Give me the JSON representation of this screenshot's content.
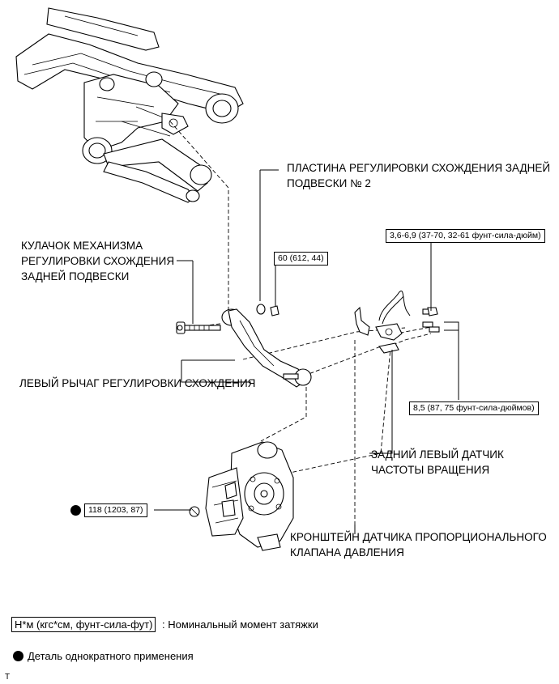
{
  "labels": {
    "toe_plate": [
      "ПЛАСТИНА РЕГУЛИРОВКИ СХОЖДЕНИЯ ЗАДНЕЙ",
      "ПОДВЕСКИ № 2"
    ],
    "toe_cam": [
      "КУЛАЧОК МЕХАНИЗМА",
      "РЕГУЛИРОВКИ СХОЖДЕНИЯ",
      "ЗАДНЕЙ ПОДВЕСКИ"
    ],
    "toe_arm": [
      "ЛЕВЫЙ РЫЧАГ РЕГУЛИРОВКИ СХОЖДЕНИЯ"
    ],
    "speed_sensor": [
      "ЗАДНИЙ ЛЕВЫЙ ДАТЧИК",
      "ЧАСТОТЫ ВРАЩЕНИЯ"
    ],
    "valve_bracket": [
      "КРОНШТЕЙН ДАТЧИКА ПРОПОРЦИОНАЛЬНОГО",
      "КЛАПАНА ДАВЛЕНИЯ"
    ]
  },
  "torques": {
    "t60": "60 (612, 44)",
    "t36": "3,6-6,9 (37-70, 32-61 фунт-сила-дюйм)",
    "t85": "8,5 (87, 75 фунт-сила-дюймов)",
    "t118": "118 (1203, 87)"
  },
  "legend": {
    "unit_box": "Н*м (кгс*см, фунт-сила-фут)",
    "unit_desc": ": Номинальный момент затяжки",
    "one_time": "Деталь однократного применения"
  },
  "footer_mark": "T"
}
